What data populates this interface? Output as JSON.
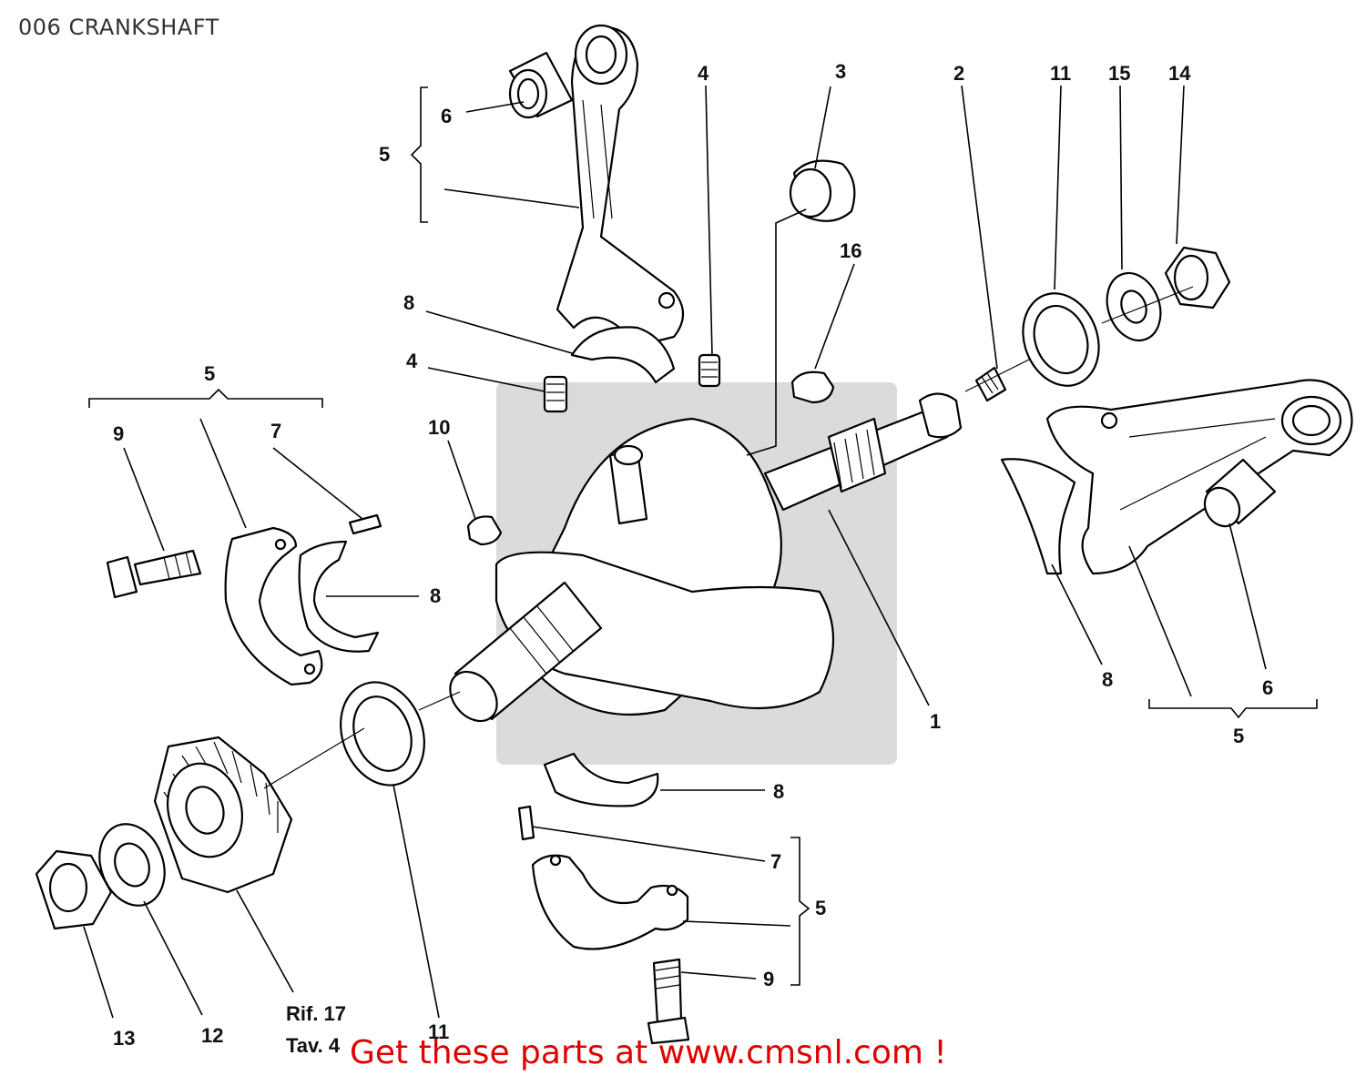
{
  "title": "006 CRANKSHAFT",
  "footer": "Get these parts at www.cmsnl.com !",
  "reference_note": {
    "line1": "Rif. 17",
    "line2": "Tav. 4"
  },
  "callouts": [
    {
      "id": "c6a",
      "text": "6"
    },
    {
      "id": "c5a",
      "text": "5"
    },
    {
      "id": "c4a",
      "text": "4"
    },
    {
      "id": "c3",
      "text": "3"
    },
    {
      "id": "c2",
      "text": "2"
    },
    {
      "id": "c11a",
      "text": "11"
    },
    {
      "id": "c15",
      "text": "15"
    },
    {
      "id": "c14",
      "text": "14"
    },
    {
      "id": "c16",
      "text": "16"
    },
    {
      "id": "c8a",
      "text": "8"
    },
    {
      "id": "c4b",
      "text": "4"
    },
    {
      "id": "c5b",
      "text": "5"
    },
    {
      "id": "c9a",
      "text": "9"
    },
    {
      "id": "c7a",
      "text": "7"
    },
    {
      "id": "c10",
      "text": "10"
    },
    {
      "id": "c8b",
      "text": "8"
    },
    {
      "id": "c1",
      "text": "1"
    },
    {
      "id": "c8c",
      "text": "8"
    },
    {
      "id": "c6b",
      "text": "6"
    },
    {
      "id": "c5c",
      "text": "5"
    },
    {
      "id": "c8d",
      "text": "8"
    },
    {
      "id": "c7b",
      "text": "7"
    },
    {
      "id": "c5d",
      "text": "5"
    },
    {
      "id": "c9b",
      "text": "9"
    },
    {
      "id": "c13",
      "text": "13"
    },
    {
      "id": "c12",
      "text": "12"
    },
    {
      "id": "c11b",
      "text": "11"
    }
  ],
  "colors": {
    "footer": "#e00000",
    "ink": "#000000",
    "watermark": "#bdbdbd"
  }
}
